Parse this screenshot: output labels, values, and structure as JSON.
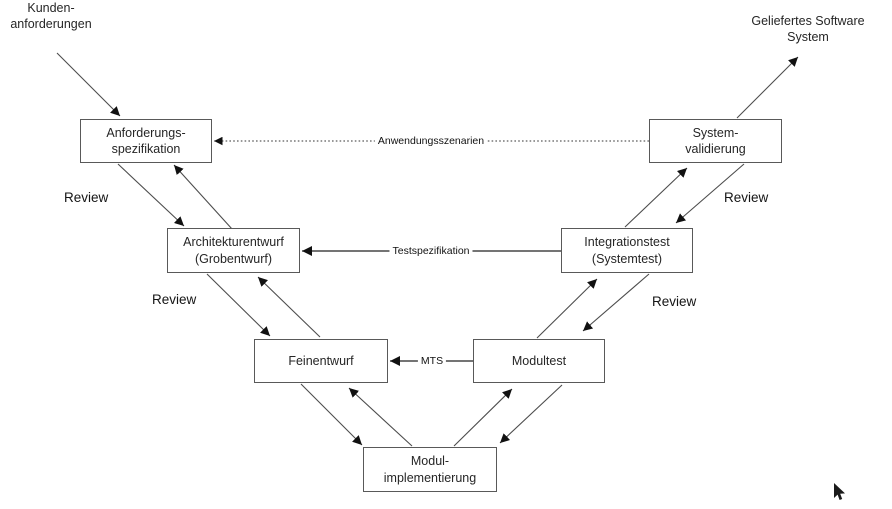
{
  "labels": {
    "top_left_line1": "Kunden-",
    "top_left_line2": "anforderungen",
    "top_right_line1": "Geliefertes Software",
    "top_right_line2": "System",
    "review": "Review"
  },
  "boxes": {
    "anforderungsspezifikation": {
      "line1": "Anforderungs-",
      "line2": "spezifikation"
    },
    "systemvalidierung": {
      "line1": "System-",
      "line2": "validierung"
    },
    "architekturentwurf": {
      "line1": "Architekturentwurf",
      "line2": "(Grobentwurf)"
    },
    "integrationstest": {
      "line1": "Integrationstest",
      "line2": "(Systemtest)"
    },
    "feinentwurf": {
      "line1": "Feinentwurf"
    },
    "modultest": {
      "line1": "Modultest"
    },
    "modulimplementierung": {
      "line1": "Modul-",
      "line2": "implementierung"
    }
  },
  "connector_labels": {
    "anwendungsszenarien": "Anwendungsszenarien",
    "testspezifikation": "Testspezifikation",
    "mts": "MTS"
  },
  "colors": {
    "background": "#ffffff",
    "box_border": "#595959",
    "box_fill": "#ffffff",
    "text": "#262626",
    "line": "#4c4c4c",
    "arrowhead": "#111111"
  }
}
